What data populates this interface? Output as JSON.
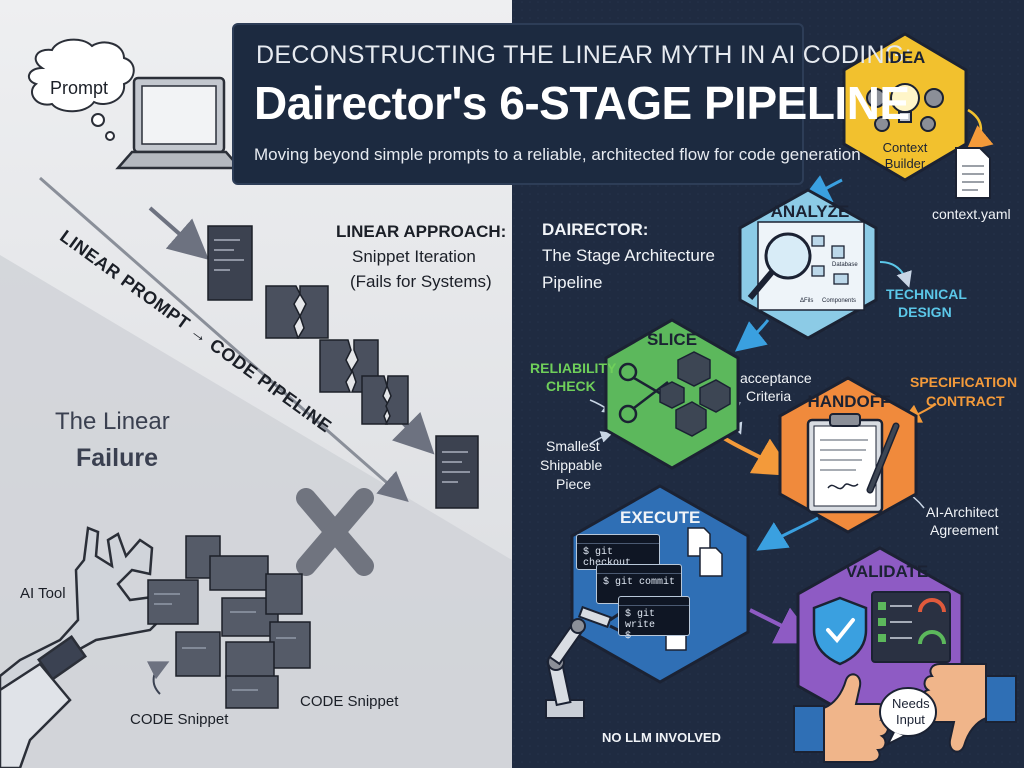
{
  "header": {
    "kicker": "DECONSTRUCTING THE LINEAR MYTH IN AI CODING:",
    "title": "Dairector's 6-STAGE PIPELINE",
    "subtitle": "Moving beyond simple prompts to a reliable, architected flow for code generation"
  },
  "left_panel": {
    "prompt_bubble": "Prompt",
    "diagonal_label": "LINEAR PROMPT → CODE PIPELINE",
    "approach_title": "LINEAR APPROACH:",
    "approach_line1": "Snippet Iteration",
    "approach_line2": "(Fails for Systems)",
    "failure_line1": "The Linear",
    "failure_line2": "Failure",
    "ai_tool_label": "AI Tool",
    "snippet_label_1": "CODE Snippet",
    "snippet_label_2": "CODE Snippet"
  },
  "right_panel": {
    "heading_title": "DAIRECTOR:",
    "heading_line1": "The Stage Architecture",
    "heading_line2": "Pipeline",
    "stages": [
      {
        "id": "idea",
        "label": "IDEA",
        "sublabel_1": "Context",
        "sublabel_2": "Builder",
        "color": "#f2c12e"
      },
      {
        "id": "analyze",
        "label": "ANALYZE",
        "color": "#8ccbe6"
      },
      {
        "id": "slice",
        "label": "SLICE",
        "color": "#5cb85c"
      },
      {
        "id": "handoff",
        "label": "HANDOFF",
        "color": "#f08a3c"
      },
      {
        "id": "execute",
        "label": "EXECUTE",
        "color": "#2f6fb5"
      },
      {
        "id": "validate",
        "label": "VALIDATE",
        "color": "#8e5bc4"
      }
    ],
    "context_file": "context.yaml",
    "analyze_boxes": {
      "database": "Database",
      "files": "ΔFils",
      "components": "Components"
    },
    "technical_design_1": "TECHNICAL",
    "technical_design_2": "DESIGN",
    "reliability_1": "RELIABILITY",
    "reliability_2": "CHECK",
    "acceptance_1": "acceptance",
    "acceptance_2": "Criteria",
    "smallest_1": "Smallest",
    "smallest_2": "Shippable",
    "smallest_3": "Piece",
    "spec_1": "SPECIFICATION",
    "spec_2": "CONTRACT",
    "agreement_1": "AI-Architect",
    "agreement_2": "Agreement",
    "terminals": [
      "$ git checkout",
      "$ git commit",
      "$ git write"
    ],
    "terminal_prompt": "$",
    "no_llm": "NO LLM INVOLVED",
    "needs_input_1": "Needs",
    "needs_input_2": "Input"
  },
  "colors": {
    "left_bg": "#e6e7ea",
    "right_bg": "#1f2b41",
    "accent_green": "#6fcf5a",
    "accent_orange": "#f39a3a",
    "accent_cyan": "#5bc7e8"
  }
}
